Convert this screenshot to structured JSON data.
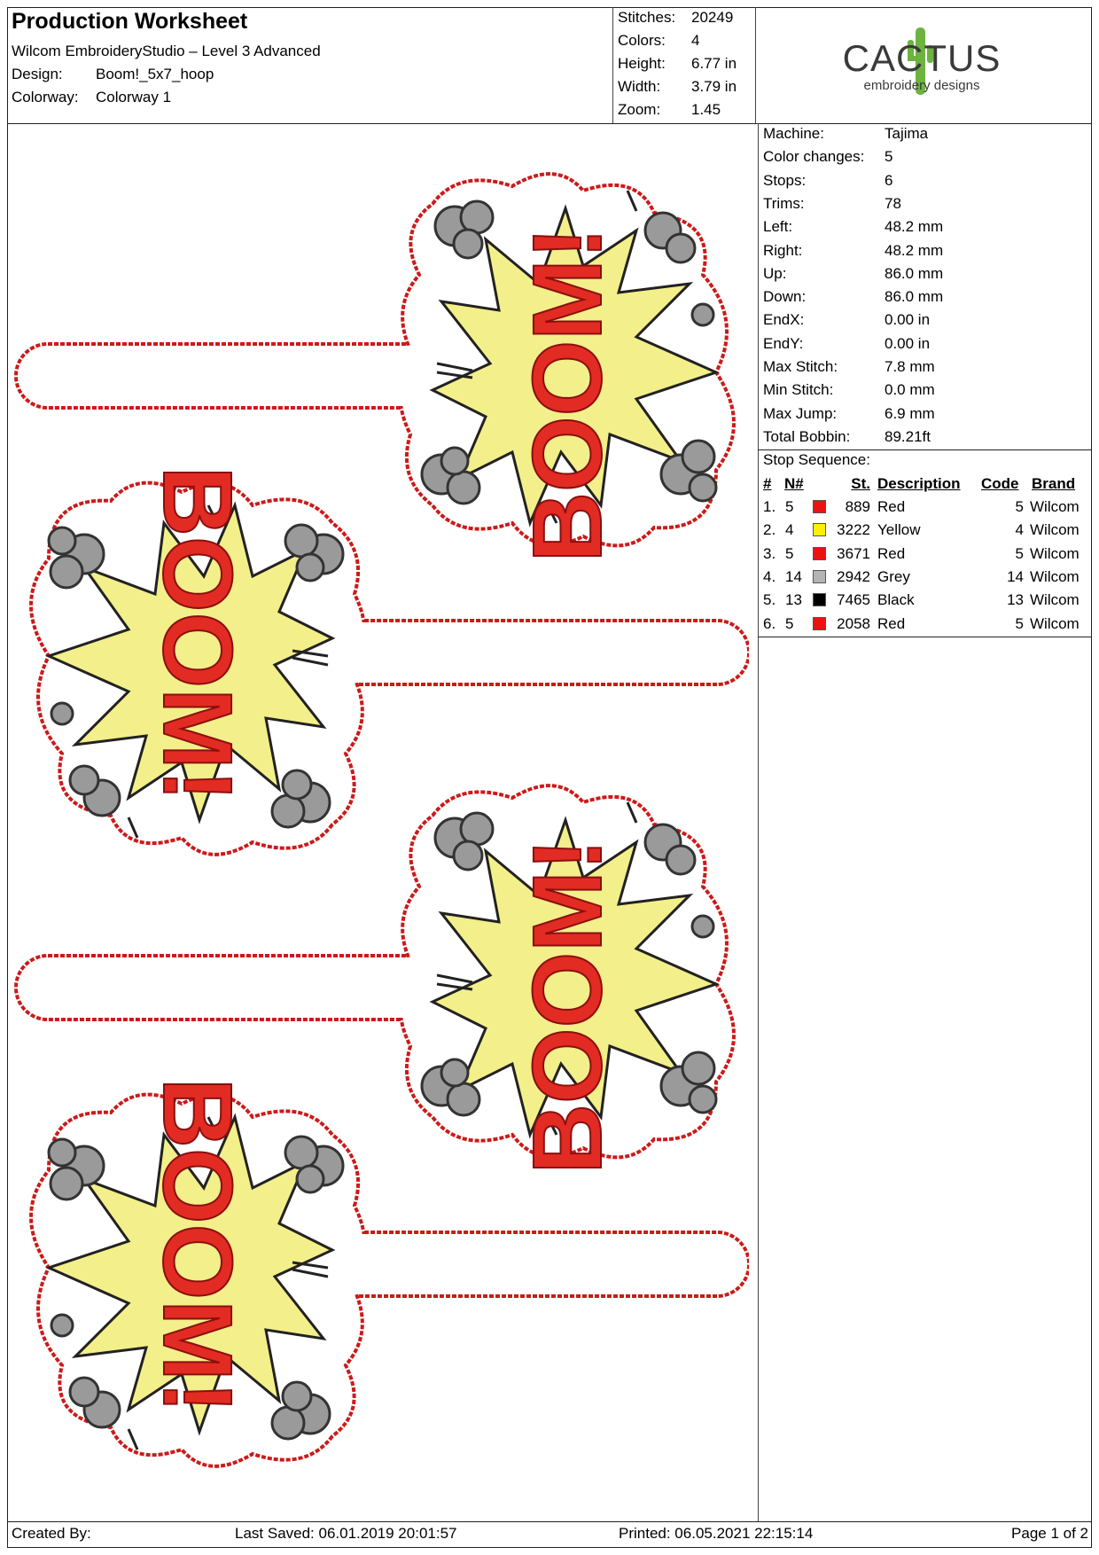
{
  "header": {
    "title": "Production Worksheet",
    "software": "Wilcom EmbroideryStudio – Level 3 Advanced",
    "design_label": "Design:",
    "design_value": "Boom!_5x7_hoop",
    "colorway_label": "Colorway:",
    "colorway_value": "Colorway 1"
  },
  "summary": [
    {
      "label": "Stitches:",
      "value": "20249"
    },
    {
      "label": "Colors:",
      "value": "4"
    },
    {
      "label": "Height:",
      "value": "6.77 in"
    },
    {
      "label": "Width:",
      "value": "3.79 in"
    },
    {
      "label": "Zoom:",
      "value": "1.45"
    }
  ],
  "logo": {
    "brand": "CACTUS",
    "tagline": "embroidery designs",
    "green": "#6db33f",
    "grey": "#3a3a3a"
  },
  "stats": [
    {
      "label": "Machine:",
      "value": "Tajima"
    },
    {
      "label": "Color changes:",
      "value": "5"
    },
    {
      "label": "Stops:",
      "value": "6"
    },
    {
      "label": "Trims:",
      "value": "78"
    },
    {
      "label": "Left:",
      "value": "48.2 mm"
    },
    {
      "label": "Right:",
      "value": "48.2 mm"
    },
    {
      "label": "Up:",
      "value": "86.0 mm"
    },
    {
      "label": "Down:",
      "value": "86.0 mm"
    },
    {
      "label": "EndX:",
      "value": "0.00 in"
    },
    {
      "label": "EndY:",
      "value": "0.00 in"
    },
    {
      "label": "Max Stitch:",
      "value": "7.8 mm"
    },
    {
      "label": "Min Stitch:",
      "value": "0.0 mm"
    },
    {
      "label": "Max Jump:",
      "value": "6.9 mm"
    },
    {
      "label": "Total Bobbin:",
      "value": "89.21ft"
    }
  ],
  "stop_sequence": {
    "title": "Stop Sequence:",
    "headers": {
      "num": "#",
      "n": "N#",
      "st": "St.",
      "desc": "Description",
      "code": "Code",
      "brand": "Brand"
    },
    "rows": [
      {
        "num": "1.",
        "n": "5",
        "color": "#ee1111",
        "st": "889",
        "desc": "Red",
        "code": "5",
        "brand": "Wilcom"
      },
      {
        "num": "2.",
        "n": "4",
        "color": "#ffee00",
        "st": "3222",
        "desc": "Yellow",
        "code": "4",
        "brand": "Wilcom"
      },
      {
        "num": "3.",
        "n": "5",
        "color": "#ee1111",
        "st": "3671",
        "desc": "Red",
        "code": "5",
        "brand": "Wilcom"
      },
      {
        "num": "4.",
        "n": "14",
        "color": "#b4b4b4",
        "st": "2942",
        "desc": "Grey",
        "code": "14",
        "brand": "Wilcom"
      },
      {
        "num": "5.",
        "n": "13",
        "color": "#000000",
        "st": "7465",
        "desc": "Black",
        "code": "13",
        "brand": "Wilcom"
      },
      {
        "num": "6.",
        "n": "5",
        "color": "#ee1111",
        "st": "2058",
        "desc": "Red",
        "code": "5",
        "brand": "Wilcom"
      }
    ]
  },
  "design_lettering": "BOOM!",
  "footer": {
    "created_by": "Created By:",
    "last_saved": "Last Saved: 06.01.2019 20:01:57",
    "printed": "Printed: 06.05.2021 22:15:14",
    "page": "Page 1 of 2"
  }
}
